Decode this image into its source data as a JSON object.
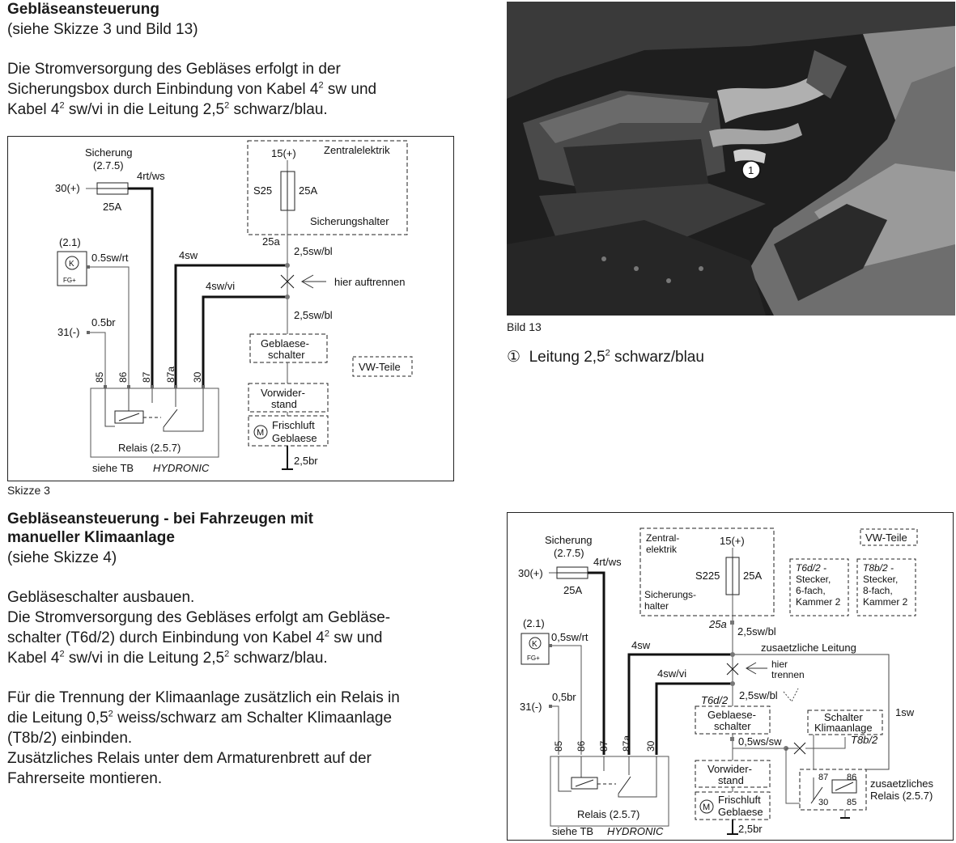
{
  "section1": {
    "title": "Gebläseansteuerung",
    "ref": "(siehe Skizze 3 und Bild 13)",
    "p1_line1": "Die Stromversorgung des Gebläses erfolgt in der",
    "p1_line2a": "Sicherungsbox durch Einbindung von Kabel 4",
    "p1_line2b": " sw und",
    "p1_line3a": "Kabel 4",
    "p1_line3b": " sw/vi in die Leitung 2,5",
    "p1_line3c": " schwarz/blau.",
    "sup2": "2"
  },
  "skizze3": {
    "caption": "Skizze 3",
    "fuse_label": "Sicherung",
    "fuse_ref": "(2.7.5)",
    "fuse_value": "25A",
    "wire_4rtws": "4rt/ws",
    "term_30": "30(+)",
    "term_31": "31(-)",
    "ref_21": "(2.1)",
    "k_symbol": "K",
    "fg_plus": "FG+",
    "wire_05swrt": "0.5sw/rt",
    "wire_05br": "0.5br",
    "wire_4sw": "4sw",
    "wire_4swvi": "4sw/vi",
    "zentral": "Zentralelektrik",
    "s15": "15(+)",
    "s25": "S25",
    "s25a": "25A",
    "sicherungshalter": "Sicherungshalter",
    "t25a": "25a",
    "wire_25swbl": "2,5sw/bl",
    "hier_auftrennen": "hier auftrennen",
    "geblaese_l1": "Geblaese-",
    "geblaese_l2": "schalter",
    "vwteile": "VW-Teile",
    "vorwider_l1": "Vorwider-",
    "vorwider_l2": "stand",
    "motor_m": "M",
    "frischluft": "Frischluft",
    "geblaese": "Geblaese",
    "wire_25br": "2,5br",
    "pins": [
      "85",
      "86",
      "87",
      "87a",
      "30"
    ],
    "relais": "Relais (2.5.7)",
    "siehe_tb": "siehe TB",
    "hydronic": "HYDRONIC"
  },
  "photo": {
    "caption": "Bild 13",
    "marker": "1",
    "legend_num": "①",
    "legend_text_a": "Leitung 2,5",
    "legend_text_b": " schwarz/blau"
  },
  "section2": {
    "title_l1": "Gebläseansteuerung - bei Fahrzeugen mit",
    "title_l2": "manueller  Klimaanlage",
    "ref": "(siehe Skizze 4)",
    "p1": "Gebläseschalter ausbauen.",
    "p2_l1": "Die Stromversorgung des Gebläses erfolgt am Gebläse-",
    "p2_l2a": "schalter (T6d/2) durch Einbindung von Kabel 4",
    "p2_l2b": " sw und",
    "p2_l3a": "Kabel 4",
    "p2_l3b": " sw/vi in die Leitung 2,5",
    "p2_l3c": " schwarz/blau.",
    "p3_l1": "Für die Trennung der Klimaanlage zusätzlich ein Relais in",
    "p3_l2a": "die Leitung 0,5",
    "p3_l2b": " weiss/schwarz am Schalter Klimaanlage",
    "p3_l3": "(T8b/2) einbinden.",
    "p4_l1": "Zusätzliches Relais unter dem Armaturenbrett auf der",
    "p4_l2": "Fahrerseite montieren.",
    "sup2": "2"
  },
  "skizze4": {
    "fuse_label": "Sicherung",
    "fuse_ref": "(2.7.5)",
    "wire_4rtws": "4rt/ws",
    "fuse_value": "25A",
    "term_30": "30(+)",
    "term_31": "31(-)",
    "ref_21": "(2.1)",
    "k_symbol": "K",
    "fg_plus": "FG+",
    "wire_05swrt": "0,5sw/rt",
    "wire_05br": "0,5br",
    "zentral_l1": "Zentral-",
    "zentral_l2": "elektrik",
    "s15": "15(+)",
    "s225": "S225",
    "s25a": "25A",
    "halter_l1": "Sicherungs-",
    "halter_l2": "halter",
    "t25a": "25a",
    "wire_25swbl": "2,5sw/bl",
    "zusatz_leitung": "zusaetzliche Leitung",
    "wire_4sw": "4sw",
    "wire_4swvi": "4sw/vi",
    "hier": "hier",
    "trennen": "trennen",
    "t6d2": "T6d/2",
    "wire_25swbl2": "2,5sw/bl",
    "geblaese_l1": "Geblaese-",
    "geblaese_l2": "schalter",
    "wire_05wssw": "0,5ws/sw",
    "schalter_l1": "Schalter",
    "schalter_l2": "Klimaanlage",
    "t8b2": "T8b/2",
    "wire_1sw": "1sw",
    "vwteile": "VW-Teile",
    "t6_l1": "T6d/2 -",
    "t6_l2": "Stecker,",
    "t6_l3": "6-fach,",
    "t6_l4": "Kammer 2",
    "t8_l1": "T8b/2 -",
    "t8_l2": "Stecker,",
    "t8_l3": "8-fach,",
    "t8_l4": "Kammer 2",
    "vorwider_l1": "Vorwider-",
    "vorwider_l2": "stand",
    "motor_m": "M",
    "frischluft": "Frischluft",
    "geblaese": "Geblaese",
    "wire_25br": "2,5br",
    "pins": [
      "85",
      "86",
      "87",
      "87a",
      "30"
    ],
    "relais": "Relais (2.5.7)",
    "siehe_tb": "siehe TB",
    "hydronic": "HYDRONIC",
    "zr_87": "87",
    "zr_86": "86",
    "zr_30": "30",
    "zr_85": "85",
    "zr_l1": "zusaetzliches",
    "zr_l2": "Relais (2.5.7)"
  }
}
